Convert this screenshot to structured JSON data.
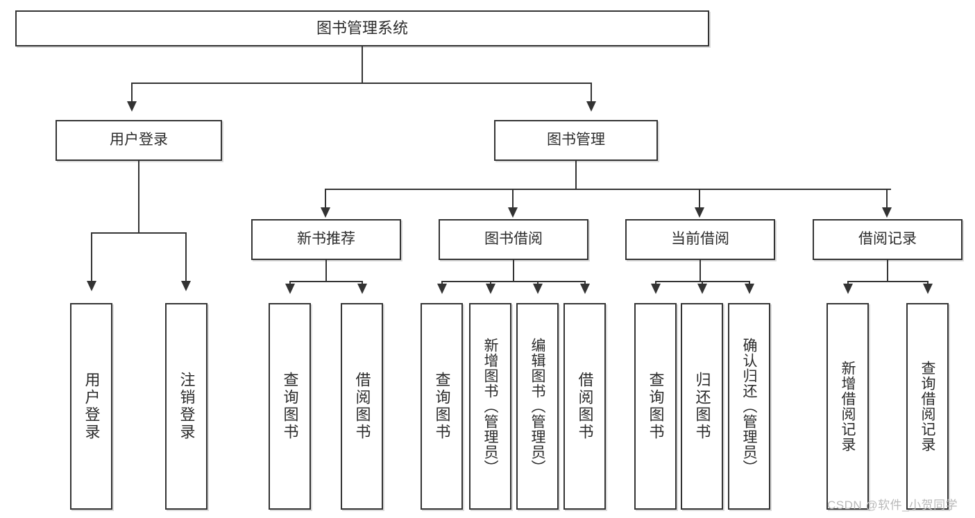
{
  "diagram": {
    "title": "图书管理系统",
    "type": "tree",
    "watermark": "CSDN @软件_小贺同学",
    "colors": {
      "border": "#333333",
      "text": "#2b2b2b",
      "background": "#ffffff",
      "watermark": "#b9b9b9"
    },
    "root": {
      "label": "图书管理系统"
    },
    "level2": [
      {
        "label": "用户登录"
      },
      {
        "label": "图书管理"
      }
    ],
    "level3": [
      {
        "label": "新书推荐"
      },
      {
        "label": "图书借阅"
      },
      {
        "label": "当前借阅"
      },
      {
        "label": "借阅记录"
      }
    ],
    "leaves": {
      "user_login": [
        {
          "label": "用户登录"
        },
        {
          "label": "注销登录"
        }
      ],
      "new_book": [
        {
          "label": "查询图书"
        },
        {
          "label": "借阅图书"
        }
      ],
      "book_borrow": [
        {
          "label": "查询图书"
        },
        {
          "label": "新增图书（管理员）"
        },
        {
          "label": "编辑图书（管理员）"
        },
        {
          "label": "借阅图书"
        }
      ],
      "current_borrow": [
        {
          "label": "查询图书"
        },
        {
          "label": "归还图书"
        },
        {
          "label": "确认归还（管理员）"
        }
      ],
      "borrow_record": [
        {
          "label": "新增借阅记录"
        },
        {
          "label": "查询借阅记录"
        }
      ]
    }
  }
}
